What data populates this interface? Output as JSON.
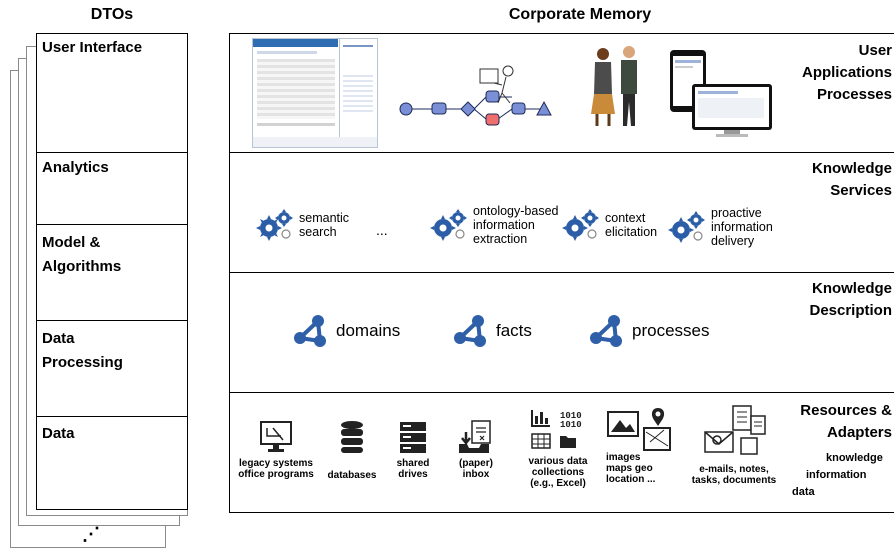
{
  "left": {
    "title": "DTOs",
    "levels": [
      "User Interface",
      "Analytics",
      "Model & Algorithms",
      "Data Processing",
      "Data"
    ],
    "more": "⋰"
  },
  "right": {
    "title": "Corporate Memory",
    "layers": [
      {
        "title": "User Applications Processes"
      },
      {
        "title": "Knowledge Services",
        "services": [
          "semantic search",
          "ontology-based information extraction",
          "context elicitation",
          "proactive information delivery"
        ],
        "ellipsis": "..."
      },
      {
        "title": "Knowledge Description",
        "items": [
          "domains",
          "facts",
          "processes"
        ]
      },
      {
        "title": "Resources & Adapters",
        "resources": [
          "legacy systems office programs",
          "databases",
          "shared drives",
          "(paper) inbox",
          "various data collections (e.g., Excel)",
          "images maps geo location ...",
          "e-mails, notes, tasks, documents"
        ],
        "knowledge_label": "knowledge",
        "information_label": "information",
        "data_label": "data"
      }
    ]
  },
  "colors": {
    "icon_blue": "#2e5fa8",
    "gear_blue": "#2b5ea7",
    "process_blue": "#7b8fd6",
    "process_red": "#ef6f6f"
  }
}
